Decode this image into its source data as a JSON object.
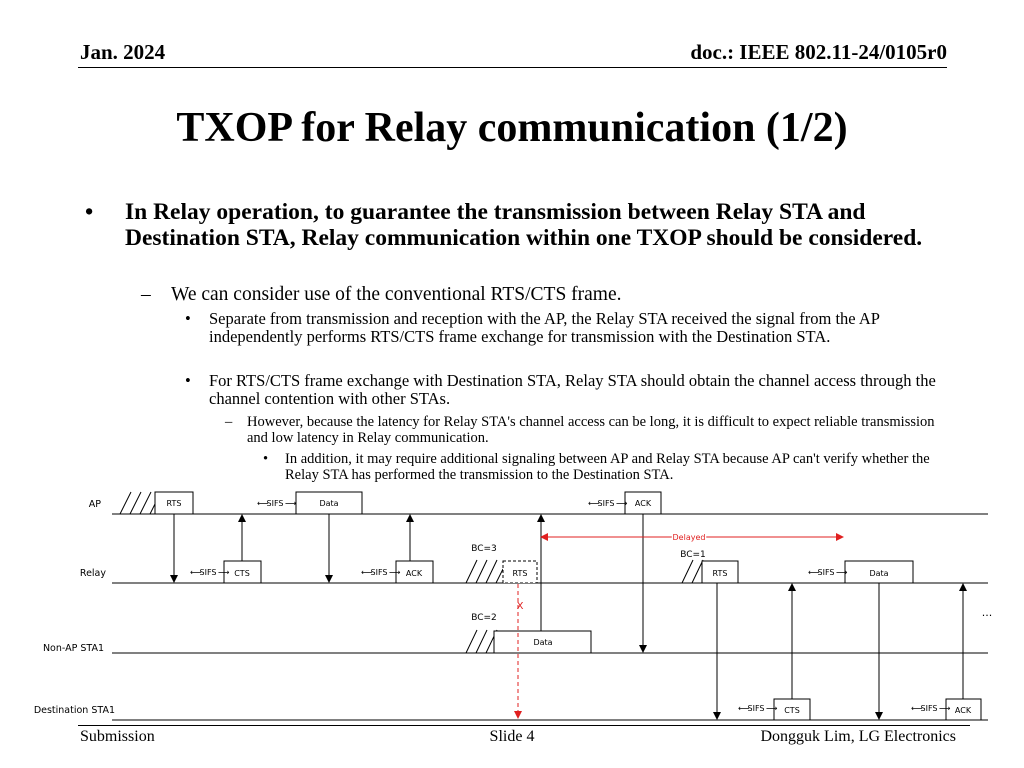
{
  "header": {
    "date": "Jan. 2024",
    "doc": "doc.: IEEE 802.11-24/0105r0"
  },
  "title": "TXOP for Relay communication (1/2)",
  "bullets": {
    "main_marker": "•",
    "main": "In Relay operation, to guarantee the transmission between Relay STA and Destination STA, Relay communication within one TXOP should be considered.",
    "sub_marker": "–",
    "sub": "We can consider use of the conventional RTS/CTS frame.",
    "item1_marker": "•",
    "item1": "Separate from transmission and reception with the AP, the Relay STA received the signal from the AP independently performs RTS/CTS frame exchange for transmission with the Destination STA.",
    "item2_marker": "•",
    "item2": "For RTS/CTS frame exchange with Destination STA, Relay STA should obtain the channel access through the channel contention with other STAs.",
    "item2_sub_marker": "–",
    "item2_sub": "However, because the latency for Relay STA's channel access can be long, it is difficult to expect reliable transmission and low latency in Relay communication.",
    "item2_sub_sub_marker": "•",
    "item2_sub_sub": "In addition, it may require additional signaling between AP and Relay STA because AP can't verify whether the Relay STA has performed the transmission to the Destination STA."
  },
  "diagram": {
    "rows": {
      "ap": "AP",
      "relay": "Relay",
      "nonap": "Non-AP  STA1",
      "dest": "Destination  STA1"
    },
    "frames": {
      "ap_rts": "RTS",
      "ap_data": "Data",
      "ap_ack": "ACK",
      "relay_cts": "CTS",
      "relay_ack": "ACK",
      "relay_rts_fail": "RTS",
      "relay_rts": "RTS",
      "relay_data": "Data",
      "nonap_data": "Data",
      "dest_cts": "CTS",
      "dest_ack": "ACK"
    },
    "sifs": "SIFS",
    "bc3": "BC=3",
    "bc2": "BC=2",
    "bc1": "BC=1",
    "delayed": "Delayed",
    "collision": "X",
    "ellipsis": "...",
    "colors": {
      "delay": "#e02020",
      "line": "#000000"
    }
  },
  "footer": {
    "left": "Submission",
    "center": "Slide 4",
    "right": "Dongguk Lim, LG Electronics"
  }
}
